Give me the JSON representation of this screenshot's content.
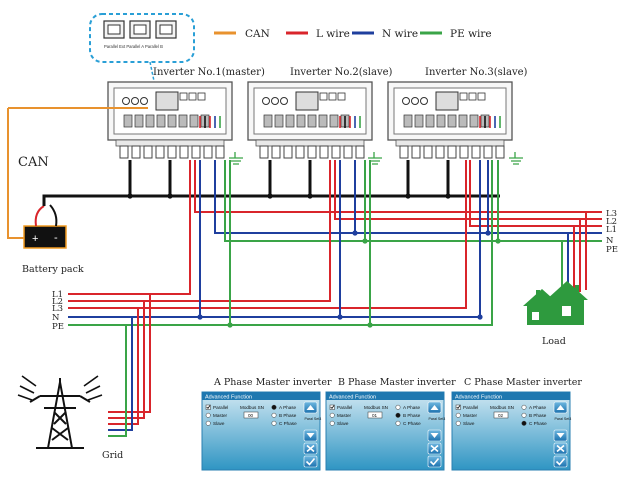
{
  "legend": [
    {
      "label": "CAN",
      "color": "#e8922e"
    },
    {
      "label": "L wire",
      "color": "#d9252b"
    },
    {
      "label": "N wire",
      "color": "#1f3f9e"
    },
    {
      "label": "PE wire",
      "color": "#3aa447"
    }
  ],
  "port_caption": "Parallel  Ext  Parallel A  Parallel B",
  "inverters": [
    {
      "label": "Inverter No.1(master)"
    },
    {
      "label": "Inverter No.2(slave)"
    },
    {
      "label": "Inverter No.3(slave)"
    }
  ],
  "can_label": "CAN",
  "battery": {
    "label": "Battery pack",
    "plus": "+",
    "minus": "-"
  },
  "bus_right": {
    "l3": "L3",
    "l2": "L2",
    "l1": "L1",
    "n": "N",
    "pe": "PE"
  },
  "bus_left": {
    "l1": "L1",
    "l2": "L2",
    "l3": "L3",
    "n": "N",
    "pe": "PE"
  },
  "load_label": "Load",
  "grid_label": "Grid",
  "panels": [
    {
      "title": "A Phase Master inverter",
      "header": "Advanced Function",
      "options_left": [
        "Parallel",
        "Master",
        "Slave"
      ],
      "modbus_label": "Modbus SN",
      "modbus_value": "00",
      "phases": [
        "A Phase",
        "B Phase",
        "C Phase"
      ],
      "selected_phase": "A Phase",
      "side_label": "Paral Set3"
    },
    {
      "title": "B Phase Master inverter",
      "header": "Advanced Function",
      "options_left": [
        "Parallel",
        "Master",
        "Slave"
      ],
      "modbus_label": "Modbus SN",
      "modbus_value": "01",
      "phases": [
        "A Phase",
        "B Phase",
        "C Phase"
      ],
      "selected_phase": "B Phase",
      "side_label": "Paral Set3"
    },
    {
      "title": "C Phase Master inverter",
      "header": "Advanced Function",
      "options_left": [
        "Parallel",
        "Master",
        "Slave"
      ],
      "modbus_label": "Modbus SN",
      "modbus_value": "02",
      "phases": [
        "A Phase",
        "B Phase",
        "C Phase"
      ],
      "selected_phase": "C Phase",
      "side_label": "Paral Set3"
    }
  ]
}
